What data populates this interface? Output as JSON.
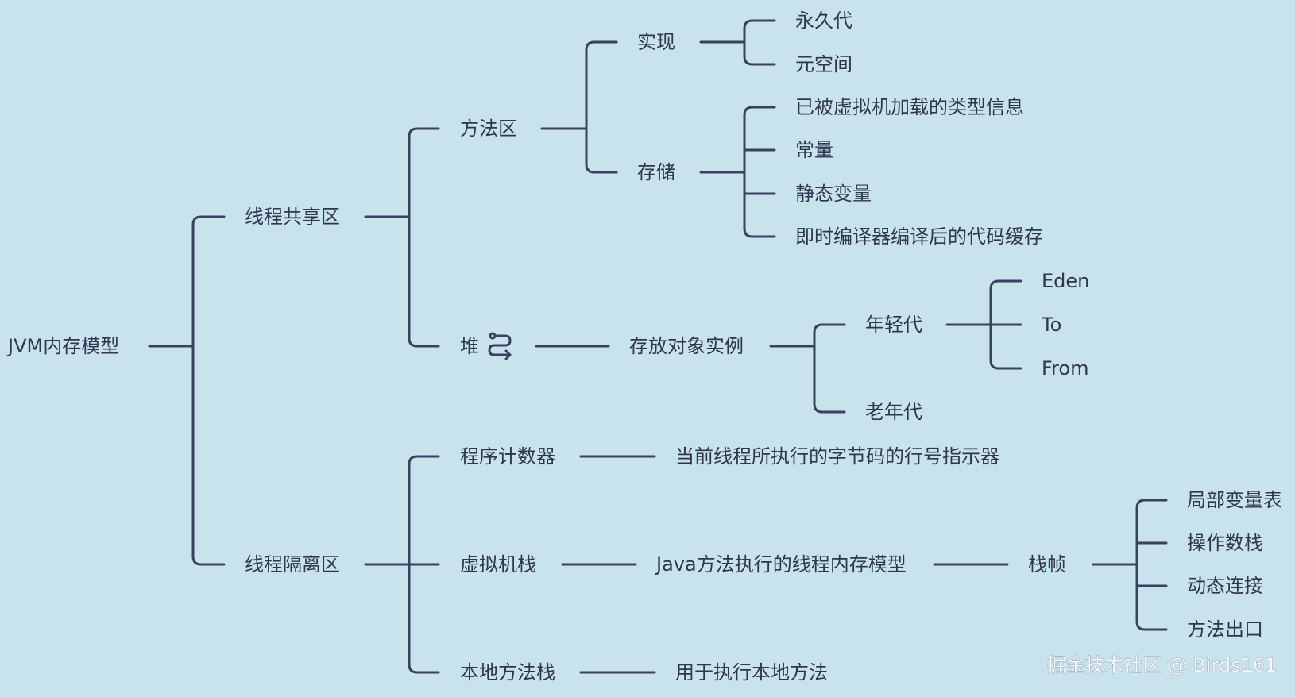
{
  "colors": {
    "background": "#c9e3ec",
    "line": "#3a4060",
    "text": "#2f3650"
  },
  "nodes": {
    "root": "JVM内存模型",
    "shared": "线程共享区",
    "isolated": "线程隔离区",
    "method_area": "方法区",
    "impl": "实现",
    "permgen": "永久代",
    "metaspace": "元空间",
    "storage": "存储",
    "s1": "已被虚拟机加载的类型信息",
    "s2": "常量",
    "s3": "静态变量",
    "s4": "即时编译器编译后的代码缓存",
    "heap": "堆",
    "heap_store": "存放对象实例",
    "young": "年轻代",
    "eden": "Eden",
    "to": "To",
    "from": "From",
    "old": "老年代",
    "pc": "程序计数器",
    "pc_desc": "当前线程所执行的字节码的行号指示器",
    "vm_stack": "虚拟机栈",
    "vm_stack_desc": "Java方法执行的线程内存模型",
    "frame": "栈帧",
    "f1": "局部变量表",
    "f2": "操作数栈",
    "f3": "动态连接",
    "f4": "方法出口",
    "native_stack": "本地方法栈",
    "native_desc": "用于执行本地方法"
  },
  "heap_icon": "swap-arrows-icon",
  "watermark": "掘金技术社区 @ Birds161"
}
